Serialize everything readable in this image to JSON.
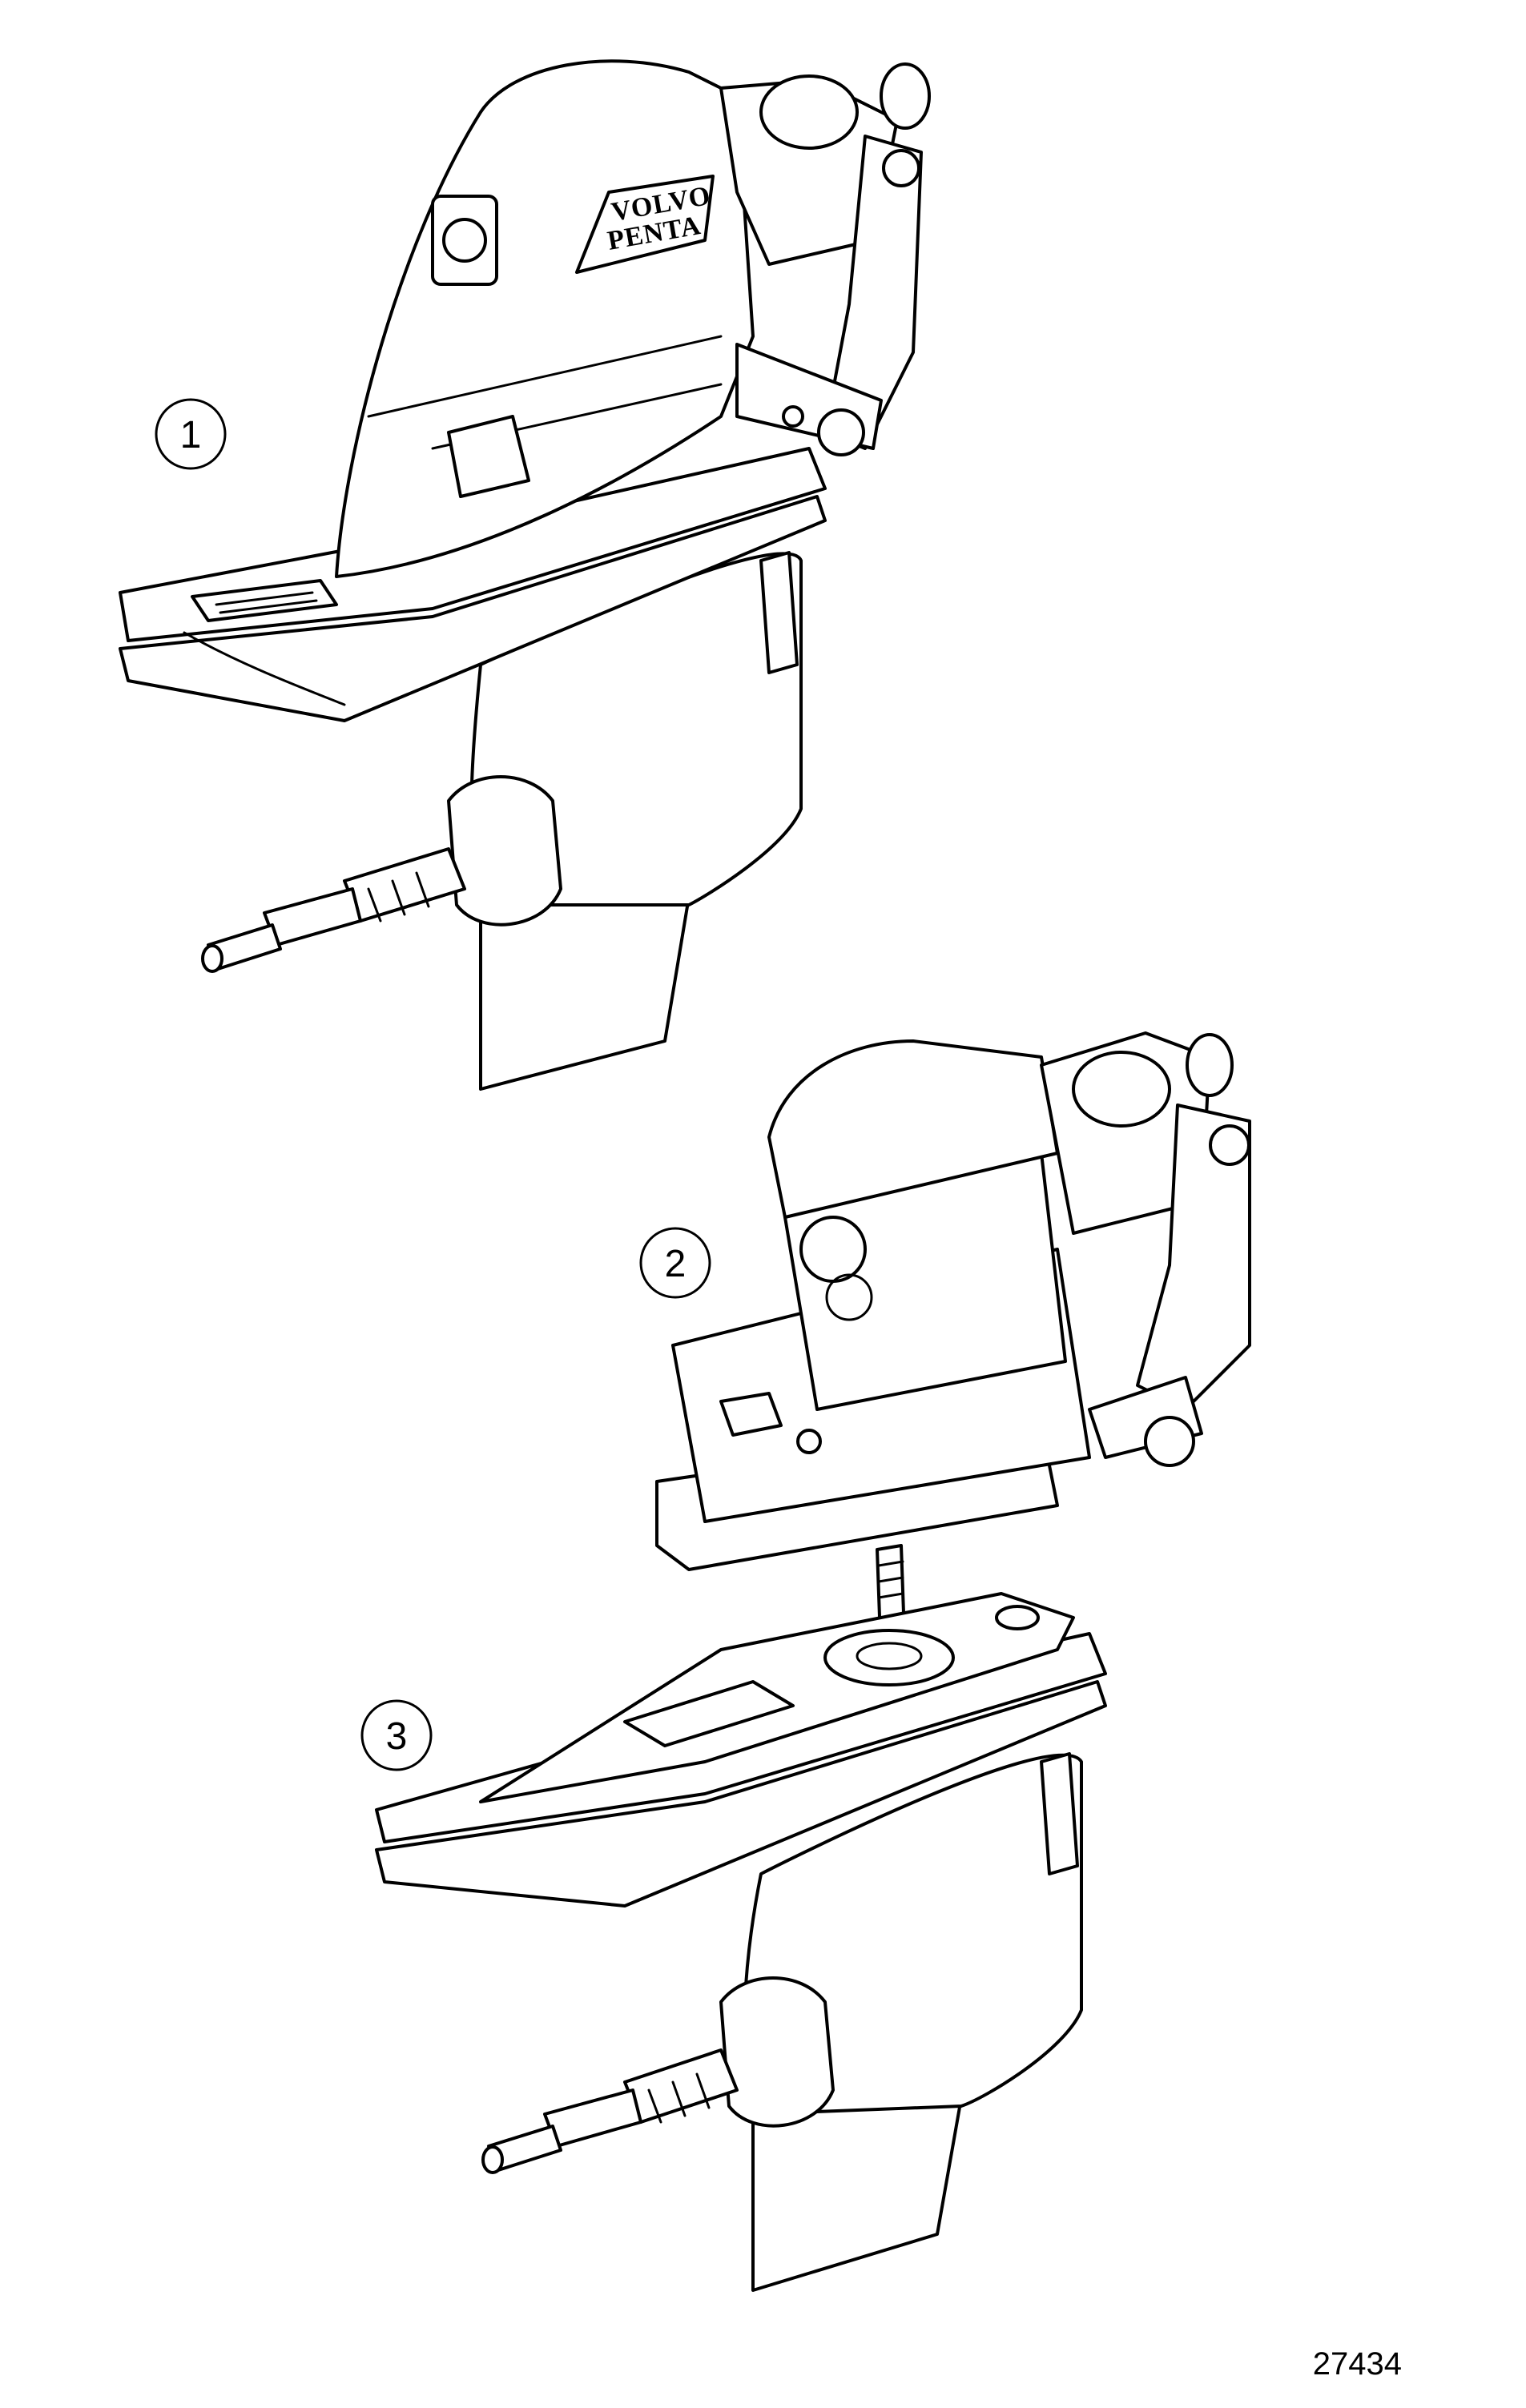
{
  "figure": {
    "number": "27434"
  },
  "callouts": [
    {
      "id": "1",
      "label": "1"
    },
    {
      "id": "2",
      "label": "2"
    },
    {
      "id": "3",
      "label": "3"
    }
  ],
  "components": {
    "complete_drive": {
      "logo_lines": [
        "VOLVO",
        "PENTA"
      ]
    },
    "upper_gear_unit": {},
    "lower_gear_unit": {}
  }
}
